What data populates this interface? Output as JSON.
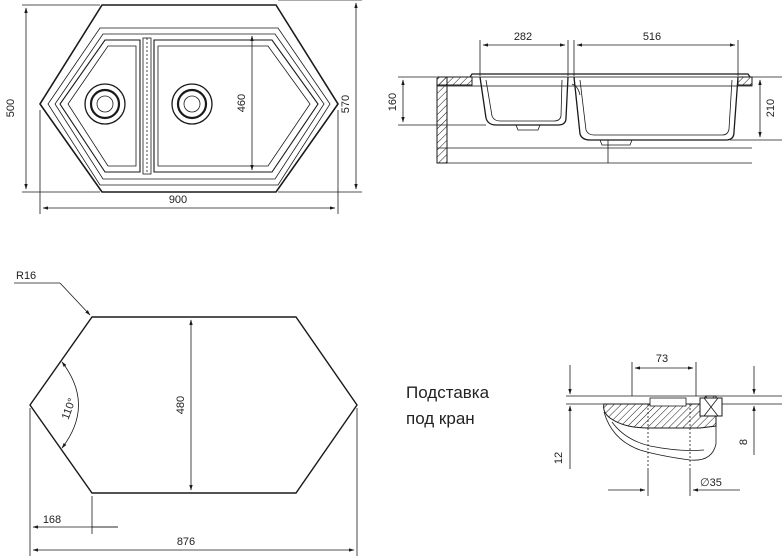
{
  "top_view": {
    "dims": {
      "height_outer": "500",
      "bowl_height": "460",
      "total_height": "570",
      "width": "900"
    }
  },
  "section_view": {
    "dims": {
      "bowl1_width": "282",
      "bowl2_width": "516",
      "bowl1_depth": "160",
      "bowl2_depth": "210"
    }
  },
  "cutout_view": {
    "dims": {
      "radius": "R16",
      "angle": "110°",
      "height": "480",
      "offset": "168",
      "width": "876"
    }
  },
  "tap_mount": {
    "caption_line1": "Подставка",
    "caption_line2": "под кран",
    "dims": {
      "width": "73",
      "diameter": "∅35",
      "thickness": "8",
      "height": "12"
    }
  }
}
